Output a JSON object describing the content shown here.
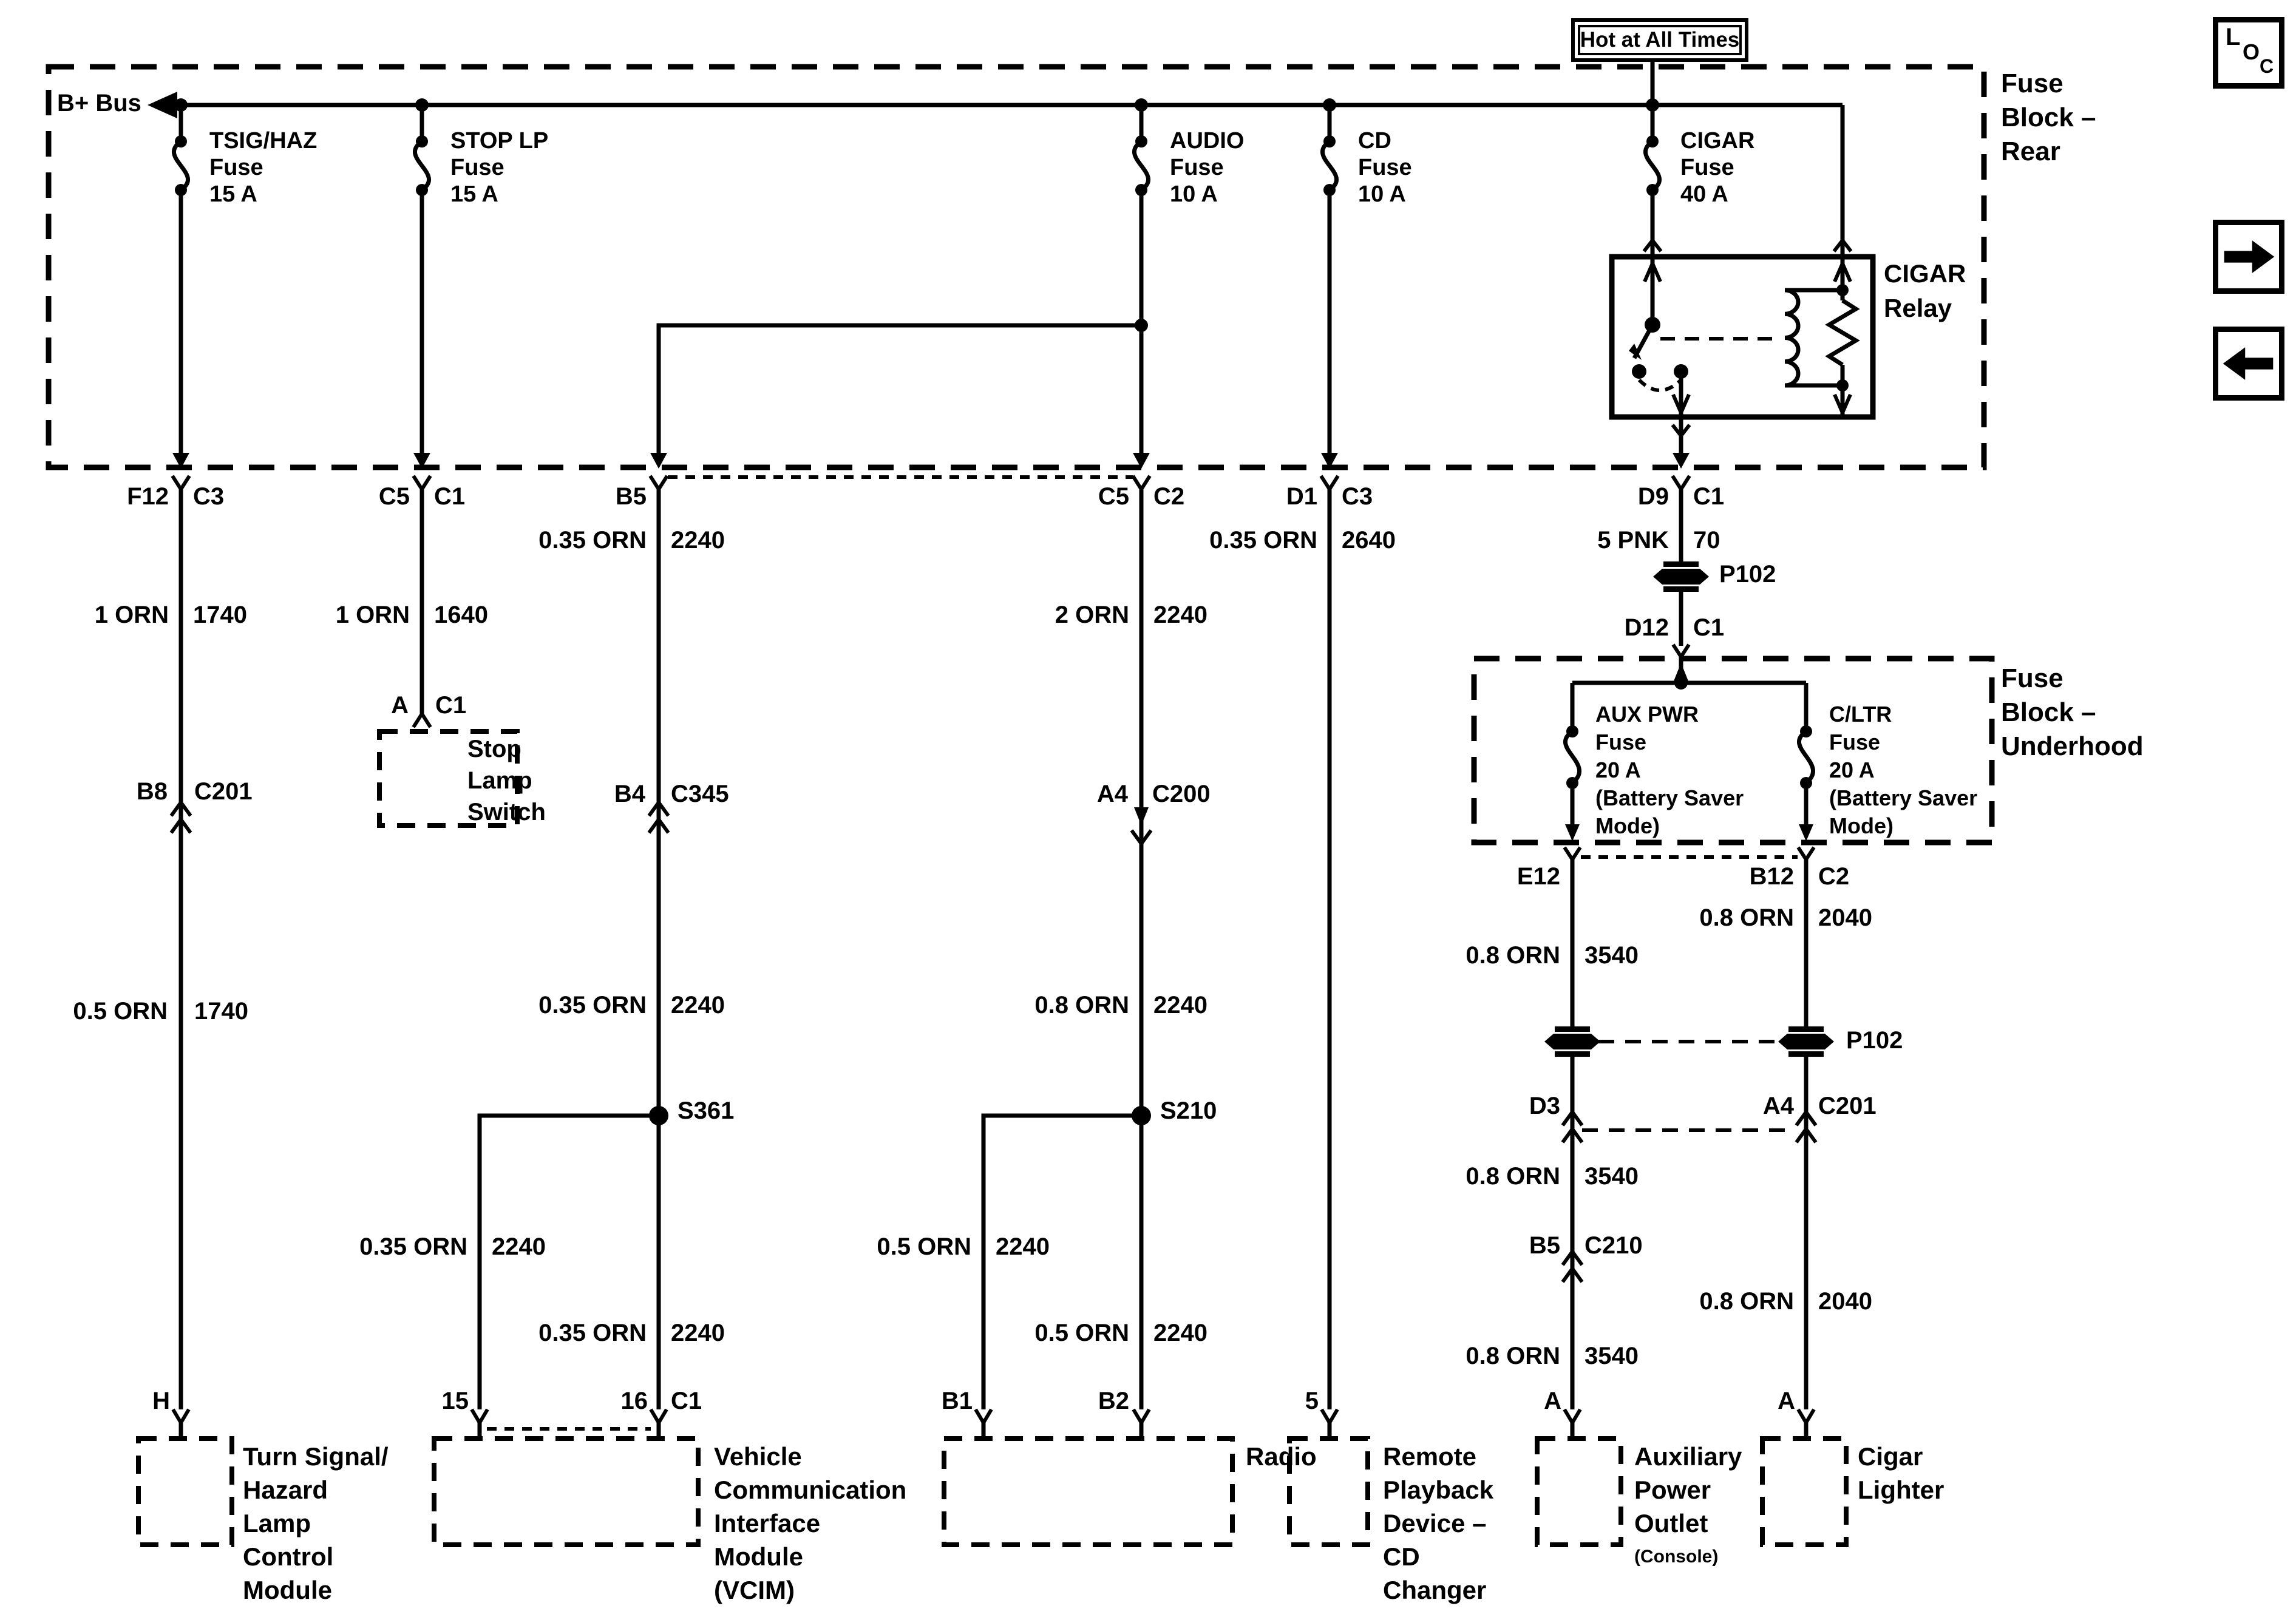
{
  "hot_label": "Hot at All Times",
  "bus_label": "B+ Bus",
  "blocks": {
    "rear": {
      "l1": "Fuse",
      "l2": "Block –",
      "l3": "Rear"
    },
    "underhood": {
      "l1": "Fuse",
      "l2": "Block –",
      "l3": "Underhood"
    }
  },
  "fuses": {
    "tsig": {
      "l1": "TSIG/HAZ",
      "l2": "Fuse",
      "l3": "15 A"
    },
    "stop": {
      "l1": "STOP LP",
      "l2": "Fuse",
      "l3": "15 A"
    },
    "audio": {
      "l1": "AUDIO",
      "l2": "Fuse",
      "l3": "10 A"
    },
    "cd": {
      "l1": "CD",
      "l2": "Fuse",
      "l3": "10 A"
    },
    "cigar": {
      "l1": "CIGAR",
      "l2": "Fuse",
      "l3": "40 A"
    },
    "aux_pwr": {
      "l1": "AUX PWR",
      "l2": "Fuse",
      "l3": "20 A",
      "l4": "(Battery Saver",
      "l5": "Mode)"
    },
    "cltr": {
      "l1": "C/LTR",
      "l2": "Fuse",
      "l3": "20 A",
      "l4": "(Battery Saver",
      "l5": "Mode)"
    }
  },
  "relay": {
    "l1": "CIGAR",
    "l2": "Relay"
  },
  "exits": {
    "f12": {
      "pin": "F12",
      "conn": "C3"
    },
    "c5a": {
      "pin": "C5",
      "conn": "C1"
    },
    "b5": {
      "pin": "B5"
    },
    "c5b": {
      "pin": "C5",
      "conn": "C2"
    },
    "d1": {
      "pin": "D1",
      "conn": "C3"
    },
    "d9": {
      "pin": "D9",
      "conn": "C1"
    }
  },
  "connectors": {
    "a_c1": {
      "pin": "A",
      "conn": "C1"
    },
    "b8": {
      "pin": "B8",
      "conn": "C201"
    },
    "b4": {
      "pin": "B4",
      "conn": "C345"
    },
    "a4": {
      "pin": "A4",
      "conn": "C200"
    },
    "d12": {
      "pin": "D12",
      "conn": "C1"
    },
    "e12": {
      "pin": "E12"
    },
    "b12": {
      "pin": "B12",
      "conn": "C2"
    },
    "d3": {
      "pin": "D3"
    },
    "a4u": {
      "pin": "A4",
      "conn": "C201"
    },
    "b5u": {
      "pin": "B5",
      "conn": "C210"
    }
  },
  "wires": {
    "f12_1": {
      "c": "1 ORN",
      "n": "1740"
    },
    "f12_2": {
      "c": "0.5 ORN",
      "n": "1740"
    },
    "c5c1": {
      "c": "1 ORN",
      "n": "1640"
    },
    "b5_1": {
      "c": "0.35 ORN",
      "n": "2240"
    },
    "b5_2": {
      "c": "0.35 ORN",
      "n": "2240"
    },
    "b5_3": {
      "c": "0.35 ORN",
      "n": "2240"
    },
    "b5_br": {
      "c": "0.35 ORN",
      "n": "2240"
    },
    "c5c2": {
      "c": "2 ORN",
      "n": "2240"
    },
    "radio_1": {
      "c": "0.8 ORN",
      "n": "2240"
    },
    "radio_2": {
      "c": "0.5 ORN",
      "n": "2240"
    },
    "radio_br": {
      "c": "0.5 ORN",
      "n": "2240"
    },
    "d1c3": {
      "c": "0.35 ORN",
      "n": "2640"
    },
    "d9": {
      "c": "5 PNK",
      "n": "70"
    },
    "aux_1": {
      "c": "0.8 ORN",
      "n": "3540"
    },
    "aux_2": {
      "c": "0.8 ORN",
      "n": "3540"
    },
    "aux_3": {
      "c": "0.8 ORN",
      "n": "3540"
    },
    "cltr_1": {
      "c": "0.8 ORN",
      "n": "2040"
    },
    "cltr_2": {
      "c": "0.8 ORN",
      "n": "2040"
    }
  },
  "splices": {
    "s361": "S361",
    "s210": "S210"
  },
  "inline_conns": {
    "p102a": "P102",
    "p102b": "P102"
  },
  "pins": {
    "h": "H",
    "p15": "15",
    "p16": "16",
    "c1": "C1",
    "b1": "B1",
    "b2": "B2",
    "p5": "5",
    "a1": "A",
    "a2": "A"
  },
  "modules": {
    "turn_signal": {
      "l1": "Turn Signal/",
      "l2": "Hazard",
      "l3": "Lamp",
      "l4": "Control",
      "l5": "Module"
    },
    "stop_lamp": {
      "l1": "Stop",
      "l2": "Lamp",
      "l3": "Switch"
    },
    "vcim": {
      "l1": "Vehicle",
      "l2": "Communication",
      "l3": "Interface",
      "l4": "Module",
      "l5": "(VCIM)"
    },
    "radio": {
      "l1": "Radio"
    },
    "remote": {
      "l1": "Remote",
      "l2": "Playback",
      "l3": "Device –",
      "l4": "CD",
      "l5": "Changer"
    },
    "aux_outlet": {
      "l1": "Auxiliary",
      "l2": "Power",
      "l3": "Outlet",
      "l4": "(Console)"
    },
    "cigar_lighter": {
      "l1": "Cigar",
      "l2": "Lighter"
    }
  },
  "nav": {
    "loc1": "L",
    "loc2": "O",
    "loc3": "C"
  },
  "colors": {
    "ink": "#000000",
    "paper": "#ffffff"
  }
}
